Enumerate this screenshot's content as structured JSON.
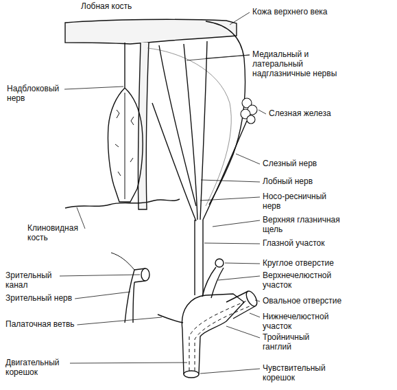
{
  "diagram": {
    "labels": [
      "Лобная кость",
      "Кожа верхнего века",
      "Медиальный и латеральный надглазничные нервы",
      "Надблоковый нерв",
      "Слезная железа",
      "Слезный нерв",
      "Лобный нерв",
      "Носо-ресничный нерв",
      "Верхняя глазничная щель",
      "Клиновидная кость",
      "Глазной участок",
      "Круглое отверстие",
      "Зрительный канал",
      "Верхнечелюстной участок",
      "Зрительный нерв",
      "Овальное отверстие",
      "Палаточная ветвь",
      "Нижнечелюстной участок",
      "Тройничный ганглий",
      "Двигательный корешок",
      "Чувствительный корешок"
    ]
  }
}
